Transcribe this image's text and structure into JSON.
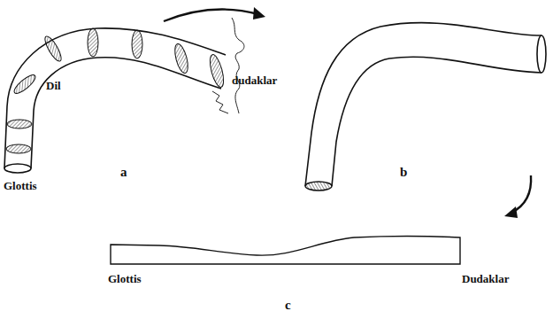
{
  "diagram": {
    "labels": [
      "Dil",
      "dudaklar",
      "a",
      "Glottis",
      "b",
      "Glottis",
      "Dudaklar",
      "c"
    ]
  }
}
